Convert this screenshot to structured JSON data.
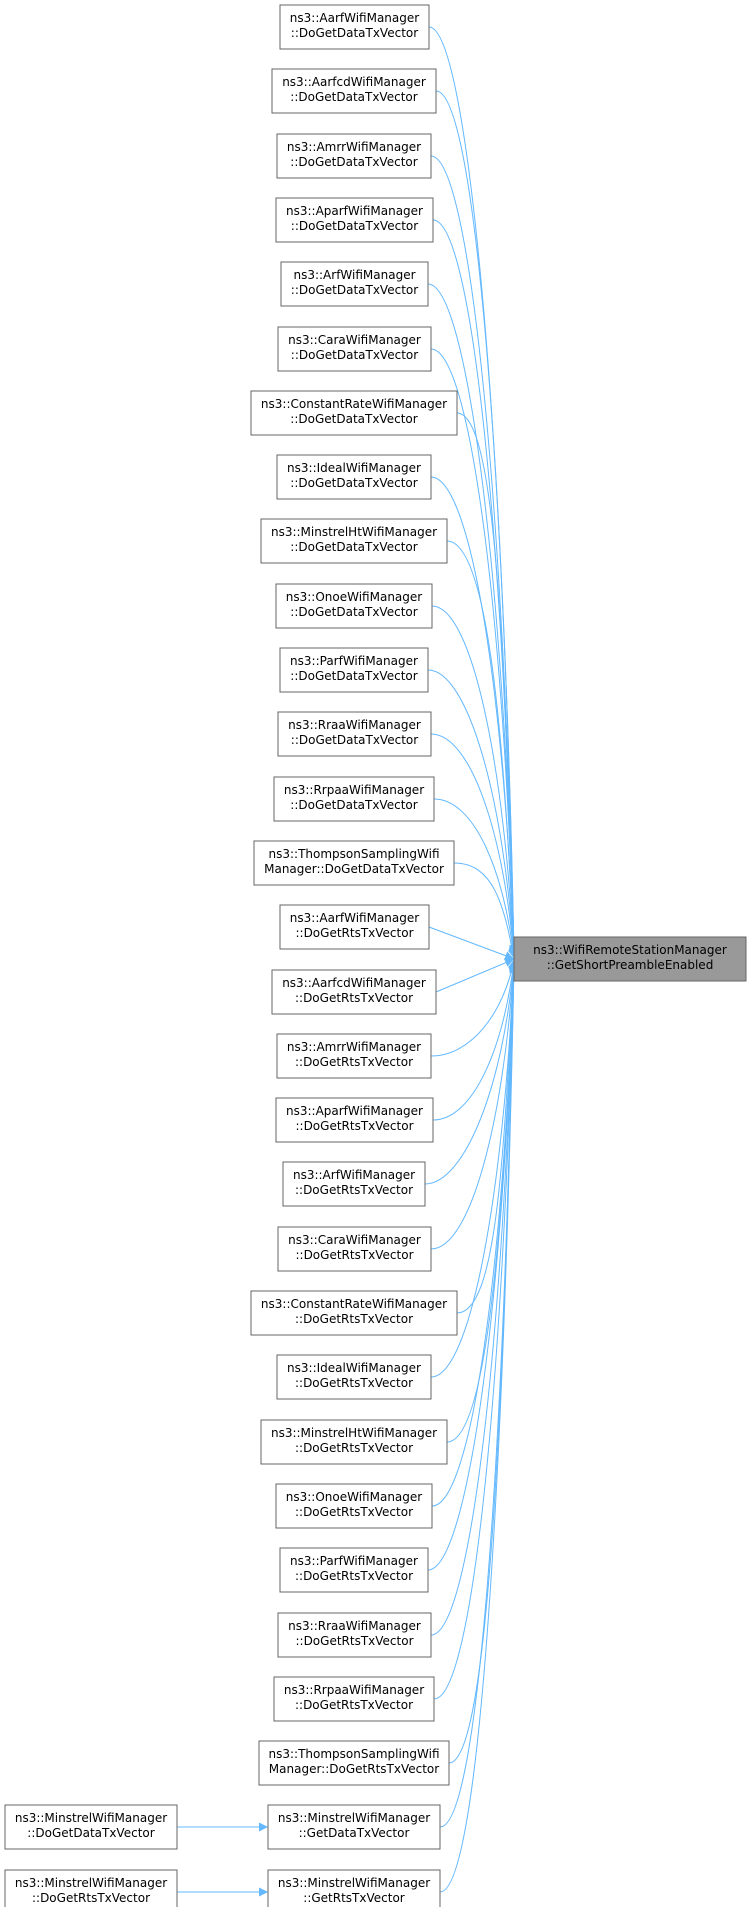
{
  "target": {
    "id": "wifi-remote-station-manager",
    "line1": "ns3::WifiRemoteStationManager",
    "line2": "::GetShortPreambleEnabled"
  },
  "callers": [
    {
      "id": "aarf-data",
      "line1": "ns3::AarfWifiManager",
      "line2": "::DoGetDataTxVector"
    },
    {
      "id": "aarfcd-data",
      "line1": "ns3::AarfcdWifiManager",
      "line2": "::DoGetDataTxVector"
    },
    {
      "id": "amrr-data",
      "line1": "ns3::AmrrWifiManager",
      "line2": "::DoGetDataTxVector"
    },
    {
      "id": "aparf-data",
      "line1": "ns3::AparfWifiManager",
      "line2": "::DoGetDataTxVector"
    },
    {
      "id": "arf-data",
      "line1": "ns3::ArfWifiManager",
      "line2": "::DoGetDataTxVector"
    },
    {
      "id": "cara-data",
      "line1": "ns3::CaraWifiManager",
      "line2": "::DoGetDataTxVector"
    },
    {
      "id": "constantrate-data",
      "line1": "ns3::ConstantRateWifiManager",
      "line2": "::DoGetDataTxVector"
    },
    {
      "id": "ideal-data",
      "line1": "ns3::IdealWifiManager",
      "line2": "::DoGetDataTxVector"
    },
    {
      "id": "minstrelht-data",
      "line1": "ns3::MinstrelHtWifiManager",
      "line2": "::DoGetDataTxVector"
    },
    {
      "id": "onoe-data",
      "line1": "ns3::OnoeWifiManager",
      "line2": "::DoGetDataTxVector"
    },
    {
      "id": "parf-data",
      "line1": "ns3::ParfWifiManager",
      "line2": "::DoGetDataTxVector"
    },
    {
      "id": "rraa-data",
      "line1": "ns3::RraaWifiManager",
      "line2": "::DoGetDataTxVector"
    },
    {
      "id": "rrpaa-data",
      "line1": "ns3::RrpaaWifiManager",
      "line2": "::DoGetDataTxVector"
    },
    {
      "id": "thompson-data",
      "line1": "ns3::ThompsonSamplingWifi",
      "line2": "Manager::DoGetDataTxVector"
    },
    {
      "id": "aarf-rts",
      "line1": "ns3::AarfWifiManager",
      "line2": "::DoGetRtsTxVector"
    },
    {
      "id": "aarfcd-rts",
      "line1": "ns3::AarfcdWifiManager",
      "line2": "::DoGetRtsTxVector"
    },
    {
      "id": "amrr-rts",
      "line1": "ns3::AmrrWifiManager",
      "line2": "::DoGetRtsTxVector"
    },
    {
      "id": "aparf-rts",
      "line1": "ns3::AparfWifiManager",
      "line2": "::DoGetRtsTxVector"
    },
    {
      "id": "arf-rts",
      "line1": "ns3::ArfWifiManager",
      "line2": "::DoGetRtsTxVector"
    },
    {
      "id": "cara-rts",
      "line1": "ns3::CaraWifiManager",
      "line2": "::DoGetRtsTxVector"
    },
    {
      "id": "constantrate-rts",
      "line1": "ns3::ConstantRateWifiManager",
      "line2": "::DoGetRtsTxVector"
    },
    {
      "id": "ideal-rts",
      "line1": "ns3::IdealWifiManager",
      "line2": "::DoGetRtsTxVector"
    },
    {
      "id": "minstrelht-rts",
      "line1": "ns3::MinstrelHtWifiManager",
      "line2": "::DoGetRtsTxVector"
    },
    {
      "id": "onoe-rts",
      "line1": "ns3::OnoeWifiManager",
      "line2": "::DoGetRtsTxVector"
    },
    {
      "id": "parf-rts",
      "line1": "ns3::ParfWifiManager",
      "line2": "::DoGetRtsTxVector"
    },
    {
      "id": "rraa-rts",
      "line1": "ns3::RraaWifiManager",
      "line2": "::DoGetRtsTxVector"
    },
    {
      "id": "rrpaa-rts",
      "line1": "ns3::RrpaaWifiManager",
      "line2": "::DoGetRtsTxVector"
    },
    {
      "id": "thompson-rts",
      "line1": "ns3::ThompsonSamplingWifi",
      "line2": "Manager::DoGetRtsTxVector"
    },
    {
      "id": "minstrel-getdata",
      "line1": "ns3::MinstrelWifiManager",
      "line2": "::GetDataTxVector"
    },
    {
      "id": "minstrel-getrts",
      "line1": "ns3::MinstrelWifiManager",
      "line2": "::GetRtsTxVector"
    }
  ],
  "secondary_callers": [
    {
      "id": "minstrel-dogetdata",
      "line1": "ns3::MinstrelWifiManager",
      "line2": "::DoGetDataTxVector",
      "calls": "minstrel-getdata"
    },
    {
      "id": "minstrel-dogetrts",
      "line1": "ns3::MinstrelWifiManager",
      "line2": "::DoGetRtsTxVector",
      "calls": "minstrel-getrts"
    }
  ],
  "colors": {
    "edge": "#63b8ff",
    "node_border": "#666666",
    "target_fill": "#999999",
    "node_fill": "#ffffff"
  }
}
